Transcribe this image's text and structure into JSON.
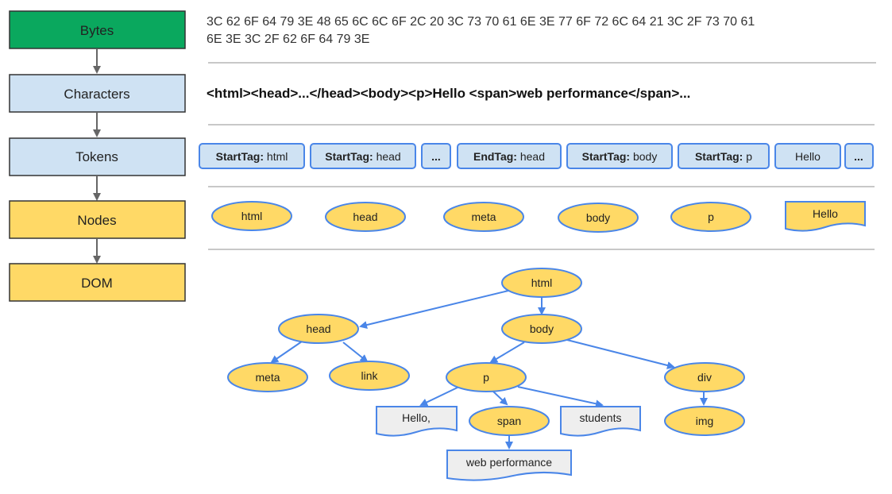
{
  "stages": [
    {
      "label": "Bytes",
      "fill": "#0aa85e"
    },
    {
      "label": "Characters",
      "fill": "#cfe2f3"
    },
    {
      "label": "Tokens",
      "fill": "#cfe2f3"
    },
    {
      "label": "Nodes",
      "fill": "#ffd966"
    },
    {
      "label": "DOM",
      "fill": "#ffd966"
    }
  ],
  "bytes_line1": "3C 62 6F 64 79 3E 48 65 6C 6C 6F 2C 20 3C 73 70 61 6E 3E 77 6F 72 6C 64 21 3C 2F 73 70 61",
  "bytes_line2": "6E 3E 3C 2F 62 6F 64 79 3E",
  "characters": "<html><head>...</head><body><p>Hello <span>web performance</span>...",
  "tokens": [
    {
      "kind": "StartTag:",
      "value": " html"
    },
    {
      "kind": "StartTag:",
      "value": " head"
    },
    {
      "kind": "...",
      "value": ""
    },
    {
      "kind": "EndTag:",
      "value": " head"
    },
    {
      "kind": "StartTag:",
      "value": " body"
    },
    {
      "kind": "StartTag:",
      "value": " p"
    },
    {
      "kind": "",
      "value": "Hello"
    },
    {
      "kind": "...",
      "value": ""
    }
  ],
  "nodes": [
    "html",
    "head",
    "meta",
    "body",
    "p",
    "Hello"
  ],
  "dom_nodes": [
    "html",
    "head",
    "body",
    "meta",
    "link",
    "p",
    "div",
    "Hello,",
    "span",
    "students",
    "img",
    "web performance"
  ],
  "colors": {
    "node_fill": "#ffd966",
    "node_stroke": "#4a86e8",
    "token_fill": "#cfe2f3",
    "edge": "#4a86e8",
    "divider": "#c8c8c8",
    "stage_arrow": "#666666",
    "text_doc_fill": "#eeeeee"
  }
}
